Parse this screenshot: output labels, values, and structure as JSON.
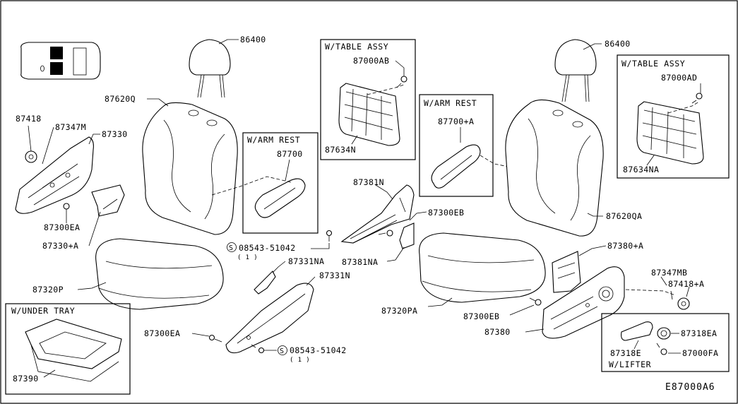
{
  "diagram_id": "E87000A6",
  "boxes": {
    "table_left_title": "W/TABLE ASSY",
    "table_right_title": "W/TABLE ASSY",
    "armrest_left_title": "W/ARM REST",
    "armrest_right_title": "W/ARM REST",
    "under_tray_title": "W/UNDER TRAY",
    "lifter_title": "W/LIFTER"
  },
  "labels": {
    "headrest_left": "86400",
    "headrest_right": "86400",
    "back_left": "87620Q",
    "back_right": "87620QA",
    "knob_left": "87418",
    "knob_right": "87418+A",
    "screw_m": "87347M",
    "screw_mb": "87347MB",
    "finisher_outer": "87330",
    "finisher_inner": "87330+A",
    "bolt_ea_upper": "87300EA",
    "bolt_ea_lower": "87300EA",
    "bolt_eb_upper": "87300EB",
    "bolt_eb_lower": "87300EB",
    "cushion_left": "87320P",
    "cushion_right": "87320PA",
    "tray": "87390",
    "table_bolt_ab": "87000AB",
    "table_bolt_ad": "87000AD",
    "table_left": "87634N",
    "table_right": "87634NA",
    "armrest_left": "87700",
    "armrest_right": "87700+A",
    "cover_n": "87381N",
    "cover_na": "87381NA",
    "cover_331na": "87331NA",
    "cover_331n": "87331N",
    "screw_upper": "08543-51042",
    "screw_upper_qty": "( 1 )",
    "screw_lower": "08543-51042",
    "screw_lower_qty": "( 1 )",
    "frame_right": "87380",
    "frame_right_a": "87380+A",
    "lifter_cover": "87318EA",
    "lifter_handle": "87318E",
    "lifter_bolt": "87000FA"
  }
}
